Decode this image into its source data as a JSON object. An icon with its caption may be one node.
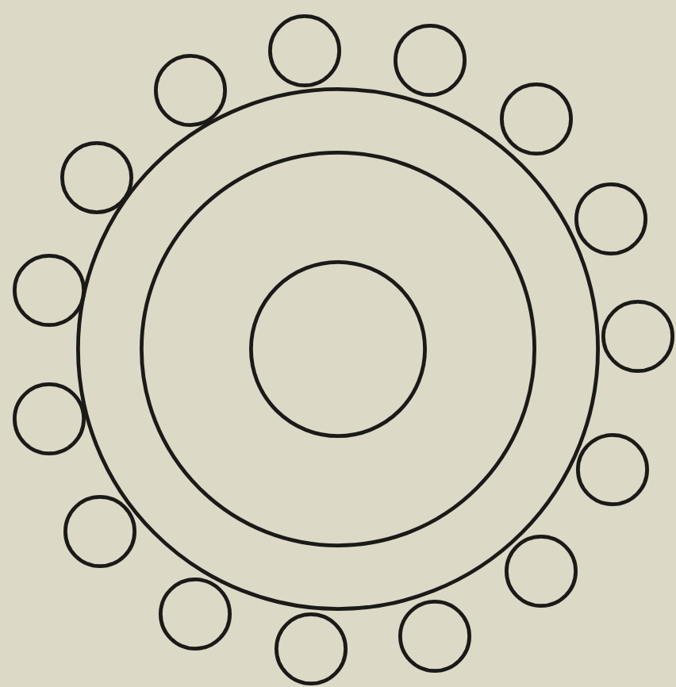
{
  "diagram": {
    "nodes": [
      {
        "text": [],
        "shape": "circle"
      },
      {
        "text": [],
        "shape": "circle",
        "in": 0
      },
      {
        "text": [],
        "shape": "circle",
        "in": 1
      },
      {
        "text": [],
        "shape": "circle"
      },
      {
        "text": [],
        "shape": "circle"
      },
      {
        "text": [],
        "shape": "circle"
      },
      {
        "text": [],
        "shape": "circle"
      },
      {
        "text": [],
        "shape": "circle"
      },
      {
        "text": [],
        "shape": "circle"
      },
      {
        "text": [],
        "shape": "circle"
      },
      {
        "text": [],
        "shape": "circle"
      },
      {
        "text": [],
        "shape": "circle"
      },
      {
        "text": [],
        "shape": "circle"
      },
      {
        "text": [],
        "shape": "circle"
      },
      {
        "text": [],
        "shape": "circle"
      },
      {
        "text": [],
        "shape": "circle"
      },
      {
        "text": [],
        "shape": "circle"
      },
      {
        "text": [],
        "shape": "circle"
      }
    ]
  }
}
